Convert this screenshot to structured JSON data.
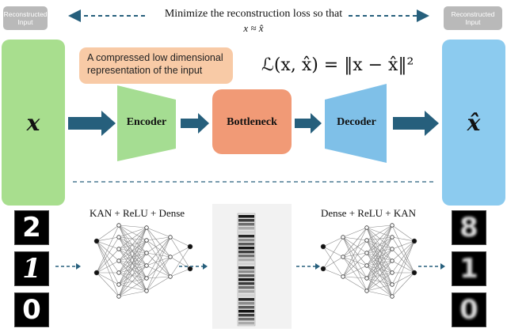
{
  "tags": {
    "left": "Reconstructed Input",
    "right": "Reconstructed Input"
  },
  "header": {
    "line1": "Minimize the reconstruction loss so that",
    "line2": "x ≈ x̂"
  },
  "callout": "A compressed low dimensional representation of the input",
  "loss": "ℒ(x, x̂) = ‖x − x̂‖²",
  "input_symbol": "x",
  "output_symbol": "x̂",
  "stages": {
    "encoder": "Encoder",
    "bottleneck": "Bottleneck",
    "decoder": "Decoder"
  },
  "networks": {
    "encoder": "KAN + ReLU + Dense",
    "decoder": "Dense + ReLU + KAN"
  },
  "digits": {
    "inputs": [
      "2",
      "1",
      "0"
    ],
    "outputs": [
      "8",
      "1",
      "0"
    ]
  },
  "colors": {
    "input_box": "#a8de8e",
    "encoder": "#a5dd92",
    "bottleneck": "#f19a76",
    "decoder": "#7fc0e8",
    "output_box": "#8ccbef",
    "arrow": "#265f7c",
    "callout": "#f8caa6",
    "tag": "#b9b9b9"
  }
}
